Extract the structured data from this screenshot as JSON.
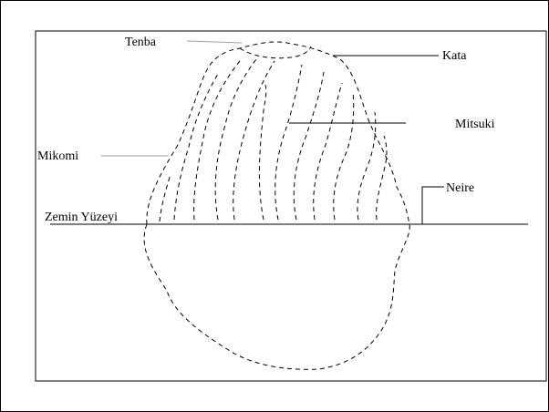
{
  "diagram": {
    "labels": {
      "tenba": "Tenba",
      "kata": "Kata",
      "mitsuki": "Mitsuki",
      "mikomi": "Mikomi",
      "neire": "Neire",
      "zemin": "Zemin Yüzeyi"
    },
    "colors": {
      "outline": "#000000",
      "leader_grey": "#a0a0a0",
      "background": "#ffffff"
    }
  }
}
